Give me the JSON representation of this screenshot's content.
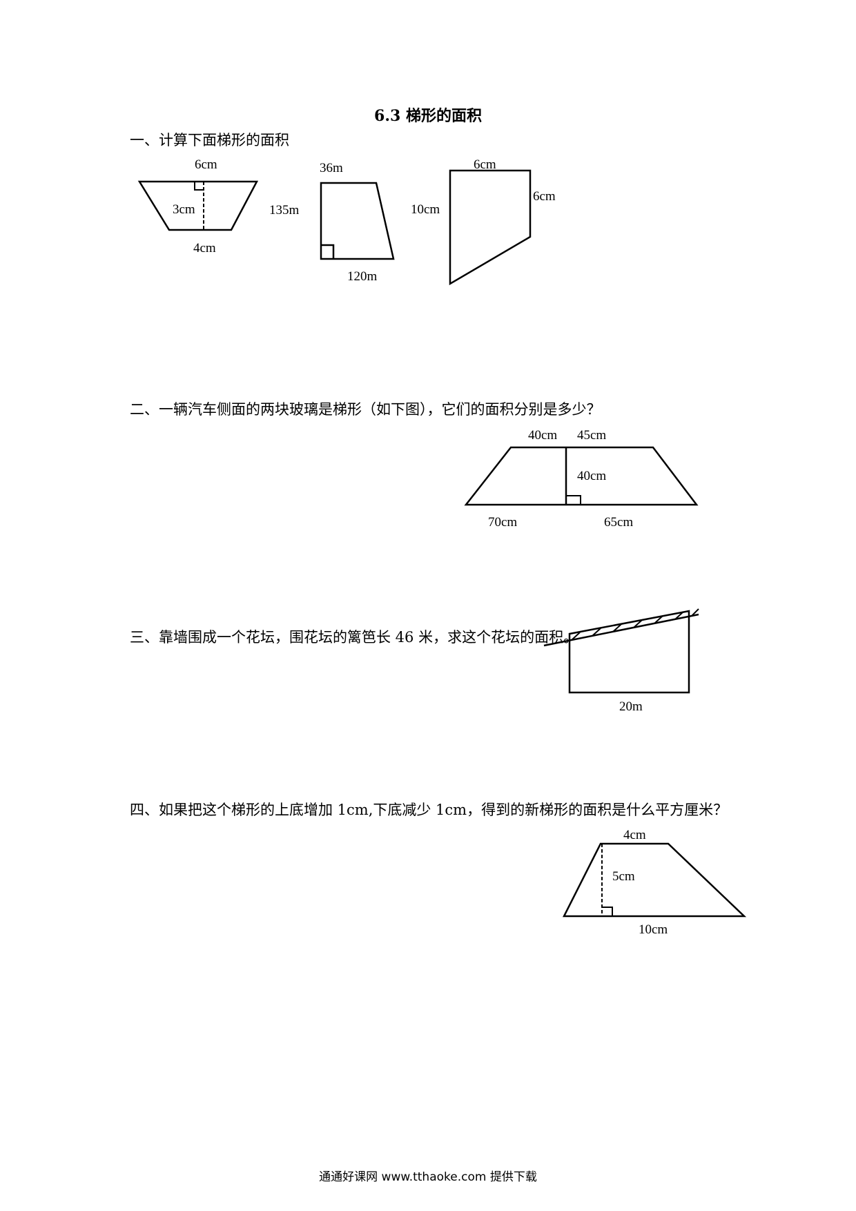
{
  "title": "6.3 梯形的面积",
  "questions": [
    {
      "text": "一、计算下面梯形的面积"
    },
    {
      "text": "二、一辆汽车侧面的两块玻璃是梯形（如下图），它们的面积分别是多少？"
    },
    {
      "text": "三、靠墙围成一个花坛，围花坛的篱笆长 46 米，求这个花坛的面积。"
    },
    {
      "text": "四、如果把这个梯形的上底增加 1cm,下底减少 1cm，得到的新梯形的面积是什么平方厘米？"
    }
  ],
  "figures": {
    "fig1a": {
      "top": "6cm",
      "height": "3cm",
      "bottom": "4cm"
    },
    "fig1b": {
      "top": "36m",
      "height": "135m",
      "bottom": "120m"
    },
    "fig1c": {
      "top": "6cm",
      "right": "6cm",
      "left": "10cm"
    },
    "fig2": {
      "top_left": "40cm",
      "top_right": "45cm",
      "height": "40cm",
      "bottom_left": "70cm",
      "bottom_right": "65cm"
    },
    "fig3": {
      "bottom": "20m"
    },
    "fig4": {
      "top": "4cm",
      "height": "5cm",
      "bottom": "10cm"
    }
  },
  "footer": "通通好课网  www.tthaoke.com  提供下载"
}
